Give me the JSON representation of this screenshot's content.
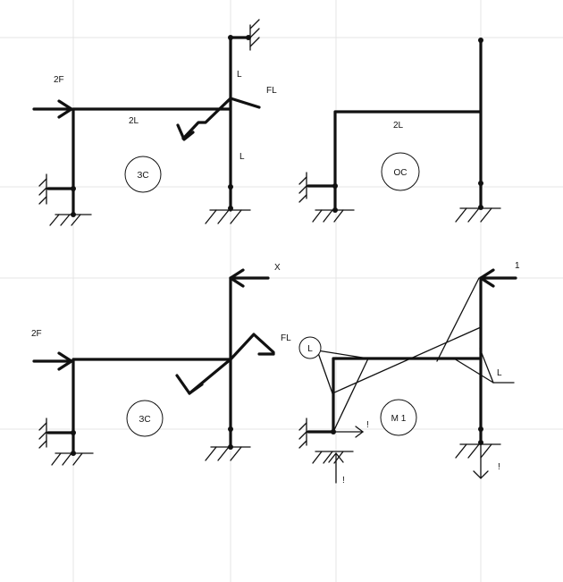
{
  "diagram1": {
    "force_left_label": "2F",
    "beam_length_label": "2L",
    "upper_column_label": "L",
    "lower_column_label": "L",
    "moment_label": "FL",
    "system_label": "ЗС"
  },
  "diagram2": {
    "beam_length_label": "2L",
    "system_label": "ОС"
  },
  "diagram3": {
    "force_left_label": "2F",
    "unknown_force_label": "X",
    "moment_label": "FL",
    "system_label": "ЗС"
  },
  "diagram4": {
    "unit_force_label": "1",
    "left_L_label": "L",
    "right_L_label": "L",
    "system_label": "М 1",
    "reaction_h_label": "!",
    "reaction_v_left_label": "!",
    "reaction_v_right_label": "!"
  }
}
